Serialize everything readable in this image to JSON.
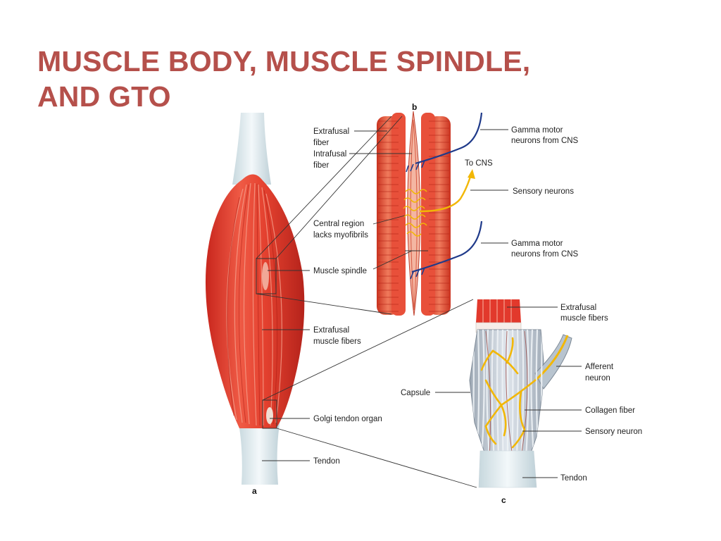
{
  "slide": {
    "title_line1": "MUSCLE BODY, MUSCLE SPINDLE,",
    "title_line2": "AND GTO"
  },
  "colors": {
    "title": "#b5504b",
    "muscle_red": "#e2392c",
    "tendon": "#dbe8ec",
    "gamma_nerve": "#1f3a8a",
    "sensory_nerve": "#f2b705"
  },
  "panels": {
    "a": "a",
    "b": "b",
    "c": "c"
  },
  "labels": {
    "a": {
      "muscle_spindle": "Muscle spindle",
      "extrafusal_1": "Extrafusal",
      "extrafusal_2": "muscle fibers",
      "gto": "Golgi  tendon organ",
      "tendon": "Tendon"
    },
    "b": {
      "extrafusal_1": "Extrafusal",
      "extrafusal_2": "fiber",
      "intrafusal_1": "Intrafusal",
      "intrafusal_2": "fiber",
      "central_1": "Central region",
      "central_2": "lacks myofibrils",
      "gamma_top_1": "Gamma motor",
      "gamma_top_2": "neurons from CNS",
      "to_cns": "To CNS",
      "sensory": "Sensory neurons",
      "gamma_bottom_1": "Gamma motor",
      "gamma_bottom_2": "neurons from CNS"
    },
    "c": {
      "extrafusal_1": "Extrafusal",
      "extrafusal_2": "muscle fibers",
      "afferent_1": "Afferent",
      "afferent_2": "neuron",
      "capsule": "Capsule",
      "collagen": "Collagen fiber",
      "sensory": "Sensory neuron",
      "tendon": "Tendon"
    }
  }
}
